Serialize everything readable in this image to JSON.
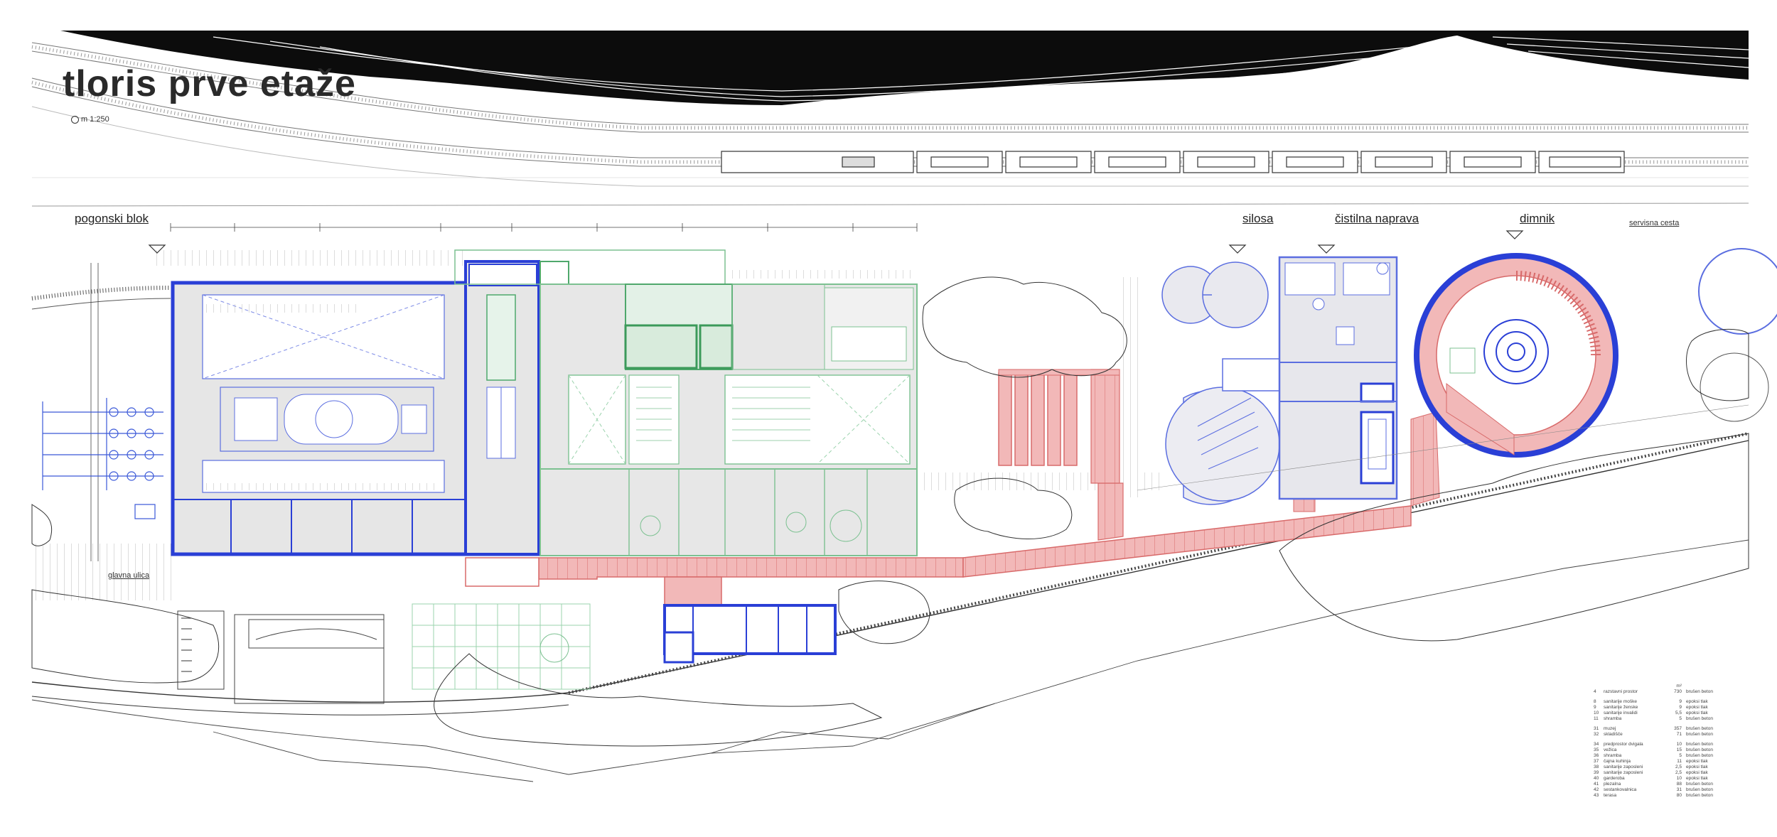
{
  "title": "tloris prve etaže",
  "scale": "m 1:250",
  "zones": {
    "pogonski_blok": "pogonski blok",
    "silosa": "silosa",
    "cistilna_naprava": "čistilna naprava",
    "dimnik": "dimnik",
    "servisna_cesta": "servisna cesta",
    "glavna_ulica": "glavna ulica"
  },
  "legend": {
    "header_area": "m²",
    "groups": [
      [
        {
          "num": "4",
          "name": "razstavni prostor",
          "area": "730",
          "mat": "brušen beton"
        }
      ],
      [
        {
          "num": "8",
          "name": "sanitarije moške",
          "area": "9",
          "mat": "epoksi tlak"
        },
        {
          "num": "9",
          "name": "sanitarije ženske",
          "area": "9",
          "mat": "epoksi tlak"
        },
        {
          "num": "10",
          "name": "sanitarije invalidi",
          "area": "5,5",
          "mat": "epoksi tlak"
        },
        {
          "num": "11",
          "name": "shramba",
          "area": "5",
          "mat": "brušen beton"
        }
      ],
      [
        {
          "num": "31",
          "name": "muzej",
          "area": "357",
          "mat": "brušen beton"
        },
        {
          "num": "32",
          "name": "skladišče",
          "area": "71",
          "mat": "brušen beton"
        }
      ],
      [
        {
          "num": "34",
          "name": "predprostor dvigala",
          "area": "10",
          "mat": "brušen beton"
        },
        {
          "num": "35",
          "name": "vežica",
          "area": "15",
          "mat": "brušen beton"
        },
        {
          "num": "36",
          "name": "shramba",
          "area": "5",
          "mat": "brušen beton"
        },
        {
          "num": "37",
          "name": "čajna kuhinja",
          "area": "11",
          "mat": "epoksi tlak"
        },
        {
          "num": "38",
          "name": "sanitarije zaposleni",
          "area": "2,5",
          "mat": "epoksi tlak"
        },
        {
          "num": "39",
          "name": "sanitarije zaposleni",
          "area": "2,5",
          "mat": "epoksi tlak"
        },
        {
          "num": "40",
          "name": "garderoba",
          "area": "10",
          "mat": "epoksi tlak"
        },
        {
          "num": "41",
          "name": "plezalna",
          "area": "88",
          "mat": "brušen beton"
        },
        {
          "num": "42",
          "name": "sestankovalnica",
          "area": "31",
          "mat": "brušen beton"
        },
        {
          "num": "43",
          "name": "terasa",
          "area": "80",
          "mat": "brušen beton"
        }
      ]
    ]
  },
  "colors": {
    "museum_block": "#2a3fd6",
    "hub_green": "#4fa86c",
    "passage_red": "#e07a7a",
    "passage_fill": "#f2b8b8",
    "floor_grey": "#e4e4e4",
    "terrain_black": "#0c0c0c"
  },
  "icons": [
    "north-arrow-icon",
    "section-marker-icon",
    "train-icon",
    "tree-icon"
  ]
}
